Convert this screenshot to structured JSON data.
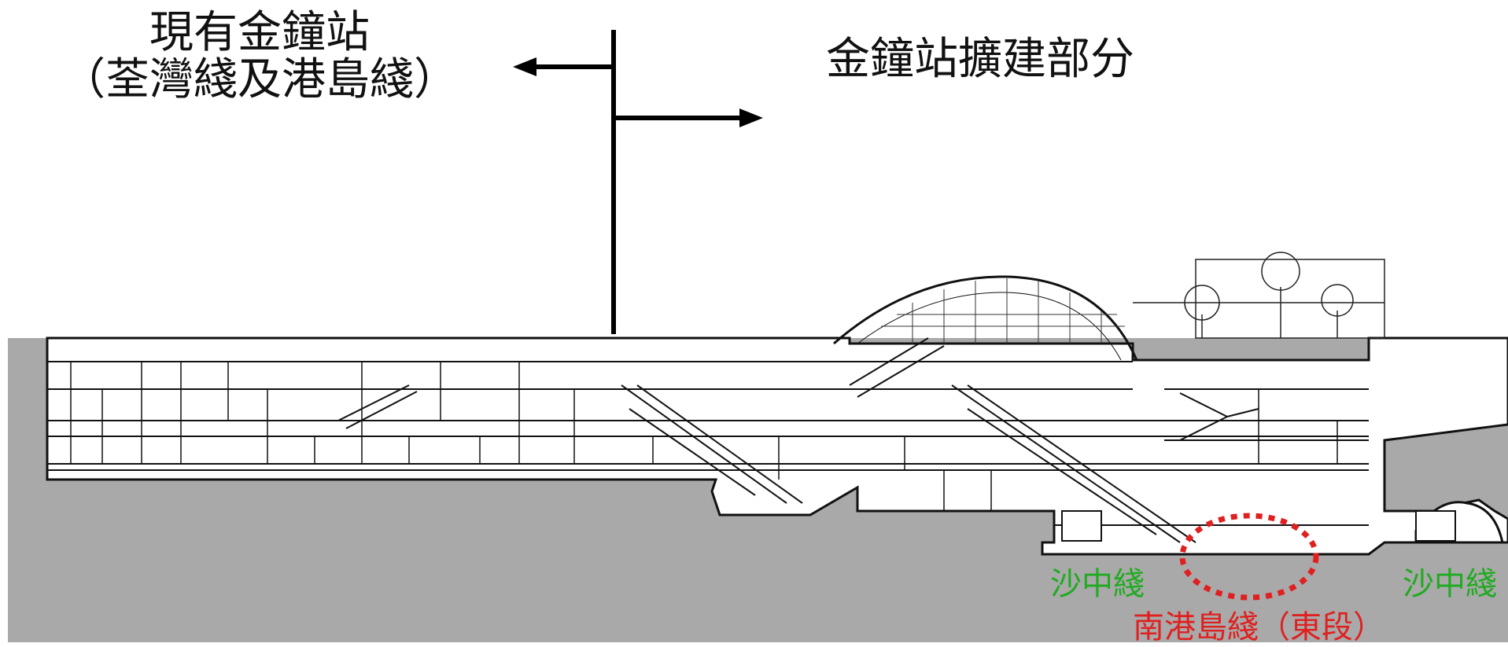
{
  "labels": {
    "existing_station_line1": "現有金鐘站",
    "existing_station_line2": "（荃灣綫及港島綫）",
    "extension": "金鐘站擴建部分",
    "scl_left": "沙中綫",
    "scl_right": "沙中綫",
    "sil_east": "南港島綫（東段）"
  },
  "colors": {
    "ground": "#a9a9a9",
    "structure": "#111111",
    "scl_text": "#22aa22",
    "sil_text": "#e02020",
    "highlight": "#e02020"
  }
}
